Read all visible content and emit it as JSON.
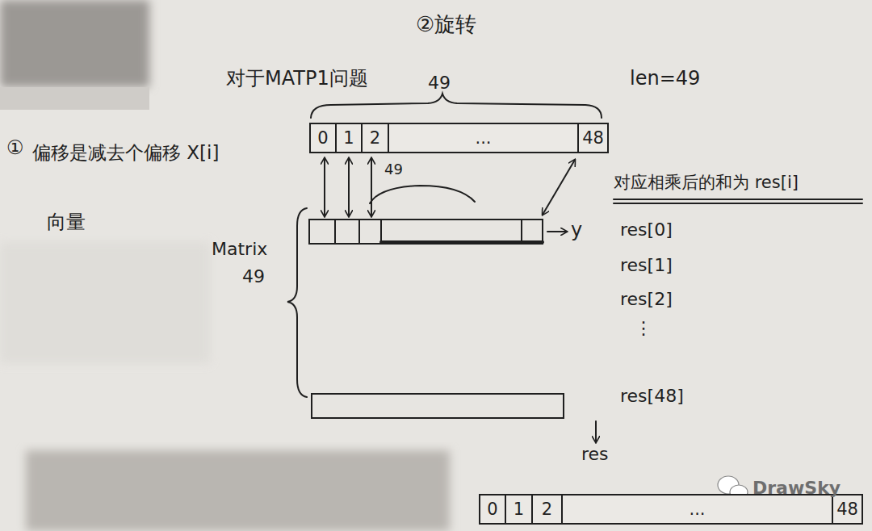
{
  "diagram": {
    "nodes": [
      {
        "text": [
          "0"
        ]
      },
      {
        "text": [
          "1"
        ]
      },
      {
        "text": [
          "2"
        ]
      },
      {
        "text": [
          "..."
        ]
      },
      {
        "text": [
          "48"
        ]
      },
      {
        "text": [
          "0"
        ]
      },
      {
        "text": [
          "1"
        ]
      },
      {
        "text": [
          "2"
        ]
      },
      {
        "text": [
          "..."
        ]
      },
      {
        "text": [
          "48"
        ]
      }
    ],
    "labels": [
      "②旋转",
      "对于MATP1问题",
      "49",
      "len=49",
      "①",
      "偏移是减去个偏移 X[i]",
      "向量",
      "49",
      "对应相乘后的和为 res[i]",
      "Matrix",
      "49",
      "y",
      "res[0]",
      "res[1]",
      "res[2]",
      "⋮",
      "res[48]",
      "res",
      "DrawSky"
    ]
  }
}
